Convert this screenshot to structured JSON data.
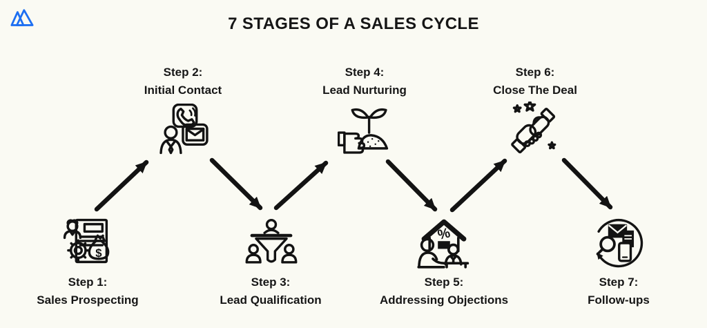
{
  "colors": {
    "background": "#FAFAF3",
    "ink": "#131313",
    "logo_blue": "#1D6FF2"
  },
  "header": {
    "title": "7 STAGES OF A SALES CYCLE",
    "logo": "mountain-peaks-logo"
  },
  "steps": [
    {
      "step_label": "Step 1:",
      "name": "Sales Prospecting",
      "icon": "sales-prospecting-icon"
    },
    {
      "step_label": "Step 2:",
      "name": "Initial Contact",
      "icon": "initial-contact-icon"
    },
    {
      "step_label": "Step 3:",
      "name": "Lead Qualification",
      "icon": "lead-qualification-icon"
    },
    {
      "step_label": "Step 4:",
      "name": "Lead Nurturing",
      "icon": "lead-nurturing-icon"
    },
    {
      "step_label": "Step 5:",
      "name": "Addressing Objections",
      "icon": "addressing-objections-icon"
    },
    {
      "step_label": "Step 6:",
      "name": "Close The Deal",
      "icon": "close-the-deal-icon"
    },
    {
      "step_label": "Step 7:",
      "name": "Follow-ups",
      "icon": "follow-ups-icon"
    }
  ],
  "glyphs": {
    "dollar": "$",
    "percent": "%"
  },
  "connections": [
    {
      "from": "Step 1",
      "to": "Step 2",
      "direction": "up-right"
    },
    {
      "from": "Step 2",
      "to": "Step 3",
      "direction": "down-right"
    },
    {
      "from": "Step 3",
      "to": "Step 4",
      "direction": "up-right"
    },
    {
      "from": "Step 4",
      "to": "Step 5",
      "direction": "down-right"
    },
    {
      "from": "Step 5",
      "to": "Step 6",
      "direction": "up-right"
    },
    {
      "from": "Step 6",
      "to": "Step 7",
      "direction": "down-right"
    }
  ]
}
